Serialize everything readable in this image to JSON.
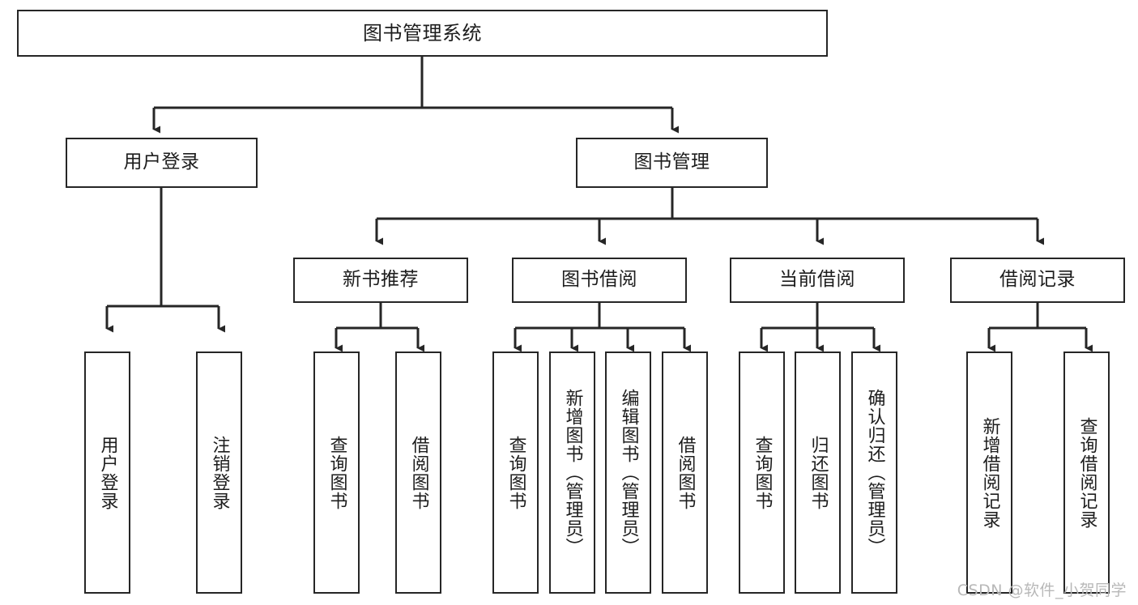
{
  "diagram": {
    "title": "图书管理系统",
    "type": "hierarchy-tree",
    "root": {
      "id": "root",
      "label": "图书管理系统"
    },
    "level2": [
      {
        "id": "user-login",
        "label": "用户登录"
      },
      {
        "id": "book-management",
        "label": "图书管理"
      }
    ],
    "level3": [
      {
        "id": "new-book-recommend",
        "label": "新书推荐",
        "parent": "book-management"
      },
      {
        "id": "book-borrow",
        "label": "图书借阅",
        "parent": "book-management"
      },
      {
        "id": "current-borrow",
        "label": "当前借阅",
        "parent": "book-management"
      },
      {
        "id": "borrow-record",
        "label": "借阅记录",
        "parent": "book-management"
      }
    ],
    "leaves": {
      "user-login": [
        {
          "id": "leaf-user-login",
          "label": "用户登录"
        },
        {
          "id": "leaf-logout",
          "label": "注销登录"
        }
      ],
      "new-book-recommend": [
        {
          "id": "leaf-query-book-1",
          "label": "查询图书"
        },
        {
          "id": "leaf-borrow-book-1",
          "label": "借阅图书"
        }
      ],
      "book-borrow": [
        {
          "id": "leaf-query-book-2",
          "label": "查询图书"
        },
        {
          "id": "leaf-add-book",
          "label": "新增图书（管理员）"
        },
        {
          "id": "leaf-edit-book",
          "label": "编辑图书（管理员）"
        },
        {
          "id": "leaf-borrow-book-2",
          "label": "借阅图书"
        }
      ],
      "current-borrow": [
        {
          "id": "leaf-query-book-3",
          "label": "查询图书"
        },
        {
          "id": "leaf-return-book",
          "label": "归还图书"
        },
        {
          "id": "leaf-confirm-return",
          "label": "确认归还（管理员）"
        }
      ],
      "borrow-record": [
        {
          "id": "leaf-add-record",
          "label": "新增借阅记录"
        },
        {
          "id": "leaf-query-record",
          "label": "查询借阅记录"
        }
      ]
    }
  },
  "watermark": {
    "text": "CSDN @软件_小贺同学"
  },
  "colors": {
    "stroke": "#262626",
    "background": "#ffffff",
    "text": "#1d1d1d",
    "watermark": "#b8b8b8"
  }
}
